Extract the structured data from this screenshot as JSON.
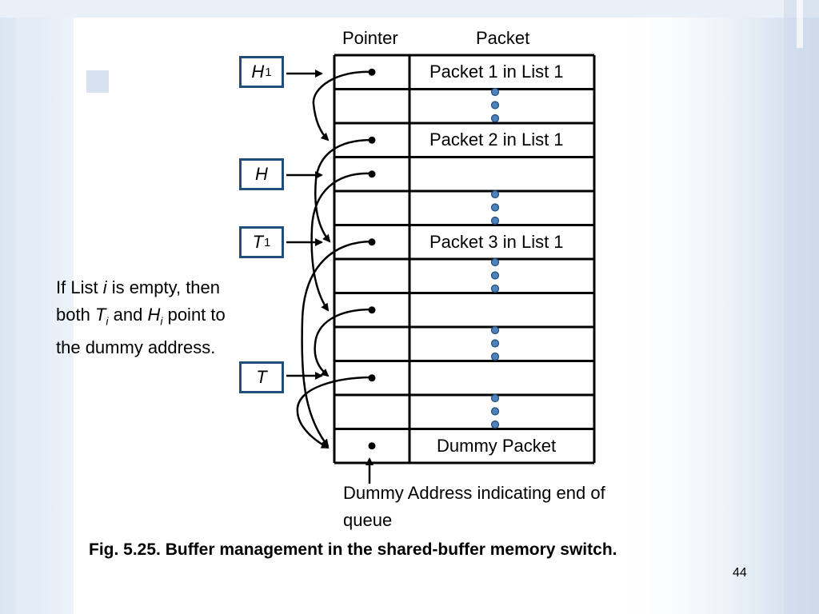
{
  "headers": {
    "pointer": "Pointer",
    "packet": "Packet"
  },
  "rows": [
    {
      "packet_label": "Packet 1 in List 1"
    },
    {
      "packet_label": ""
    },
    {
      "packet_label": "Packet 2 in List 1"
    },
    {
      "packet_label": ""
    },
    {
      "packet_label": ""
    },
    {
      "packet_label": "Packet 3 in List 1"
    },
    {
      "packet_label": ""
    },
    {
      "packet_label": ""
    },
    {
      "packet_label": ""
    },
    {
      "packet_label": ""
    },
    {
      "packet_label": ""
    },
    {
      "packet_label": "Dummy Packet"
    }
  ],
  "pointer_boxes": [
    {
      "letter": "H",
      "subscript": "1"
    },
    {
      "letter": "H",
      "subscript": ""
    },
    {
      "letter": "T",
      "subscript": "1"
    },
    {
      "letter": "T",
      "subscript": ""
    }
  ],
  "note": {
    "line1_a": "If List ",
    "line1_i": "i",
    "line1_b": " is empty, then",
    "line2_a": "both ",
    "line2_t": "T",
    "line2_ti": "i",
    "line2_and": " and ",
    "line2_h": "H",
    "line2_hi": "i",
    "line2_b": " point to",
    "line3": "the dummy address."
  },
  "dummy_address_label": "Dummy Address indicating end of queue",
  "caption": "Fig. 5.25. Buffer management in the shared-buffer memory switch.",
  "page_number": "44",
  "colors": {
    "box_border": "#1f4e79",
    "dot_fill": "#4f81bd",
    "dot_stroke": "#1f4e79",
    "bg_light": "#dbe6f3"
  }
}
